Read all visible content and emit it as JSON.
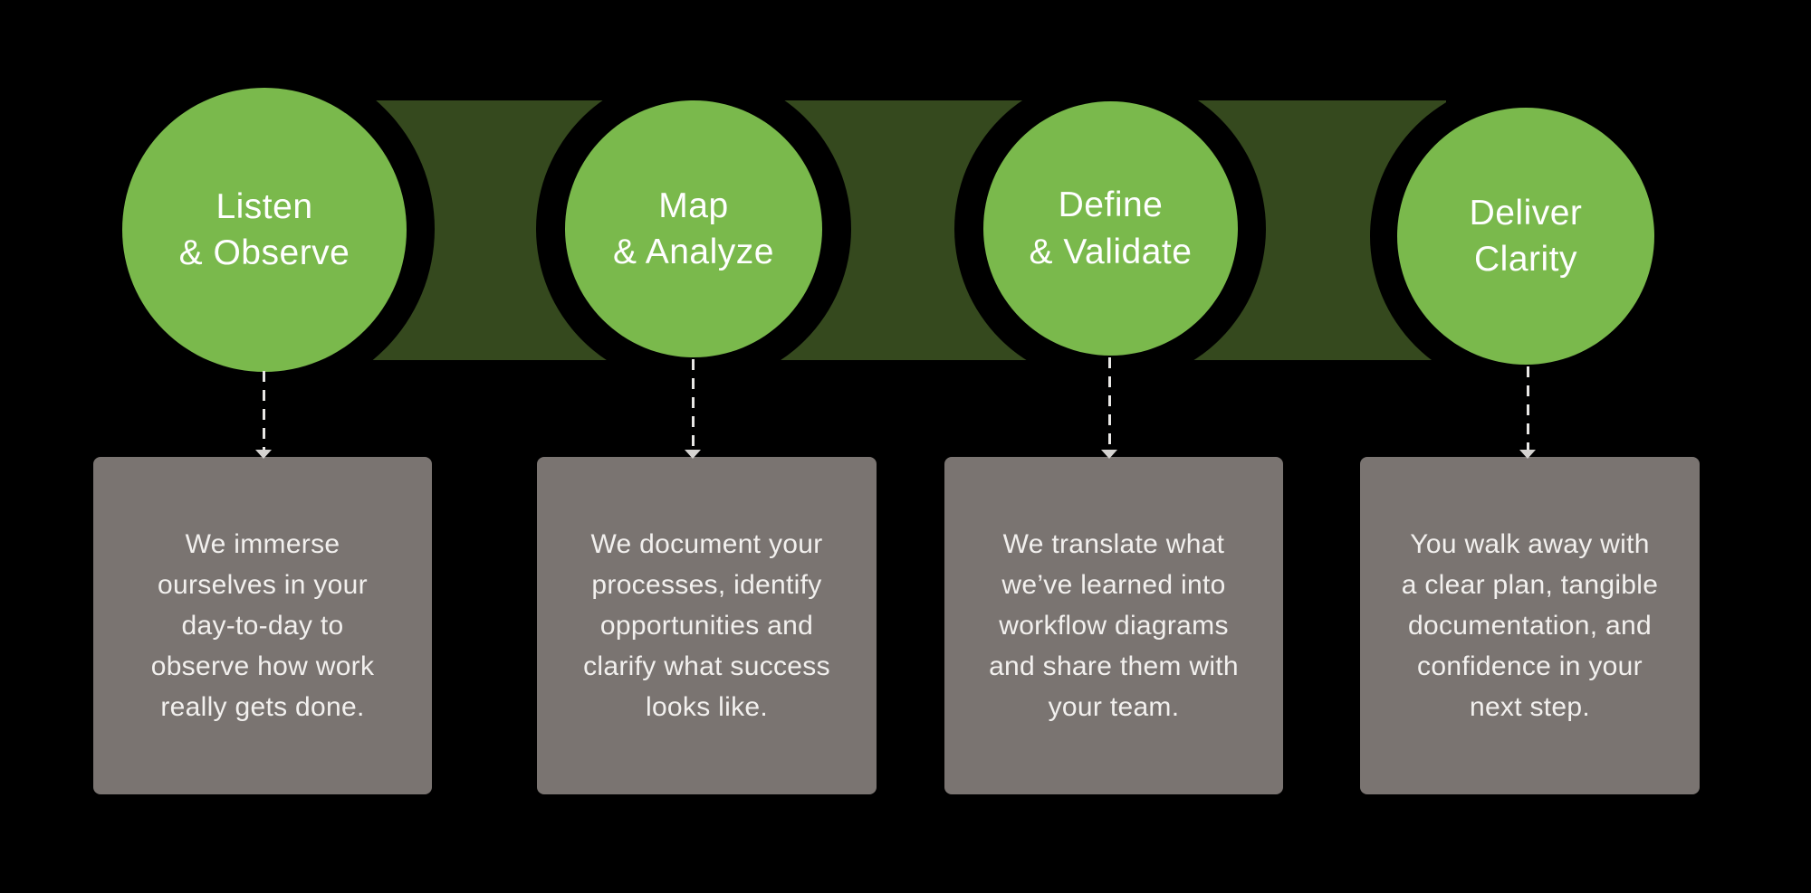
{
  "colors": {
    "background": "#000000",
    "band_green": "#35491E",
    "circle_green": "#7AB94C",
    "box_gray": "#7A7471",
    "circle_text": "#FFFFFF",
    "box_text": "#F2F0EE",
    "connector": "#E8E7E5"
  },
  "steps": [
    {
      "circle_lines": [
        "Listen",
        "& Observe"
      ],
      "description_lines": [
        "We immerse",
        "ourselves in your",
        "day-to-day to",
        "observe how work",
        "really gets done."
      ]
    },
    {
      "circle_lines": [
        "Map",
        "& Analyze"
      ],
      "description_lines": [
        "We document your",
        "processes, identify",
        "opportunities and",
        "clarify what success",
        "looks like."
      ]
    },
    {
      "circle_lines": [
        "Define",
        "& Validate"
      ],
      "description_lines": [
        "We translate what",
        "we’ve learned into",
        "workflow diagrams",
        "and share them with",
        "your team."
      ]
    },
    {
      "circle_lines": [
        "Deliver",
        "Clarity"
      ],
      "description_lines": [
        "You walk away with",
        "a clear plan, tangible",
        "documentation, and",
        "confidence in your",
        "next step."
      ]
    }
  ]
}
